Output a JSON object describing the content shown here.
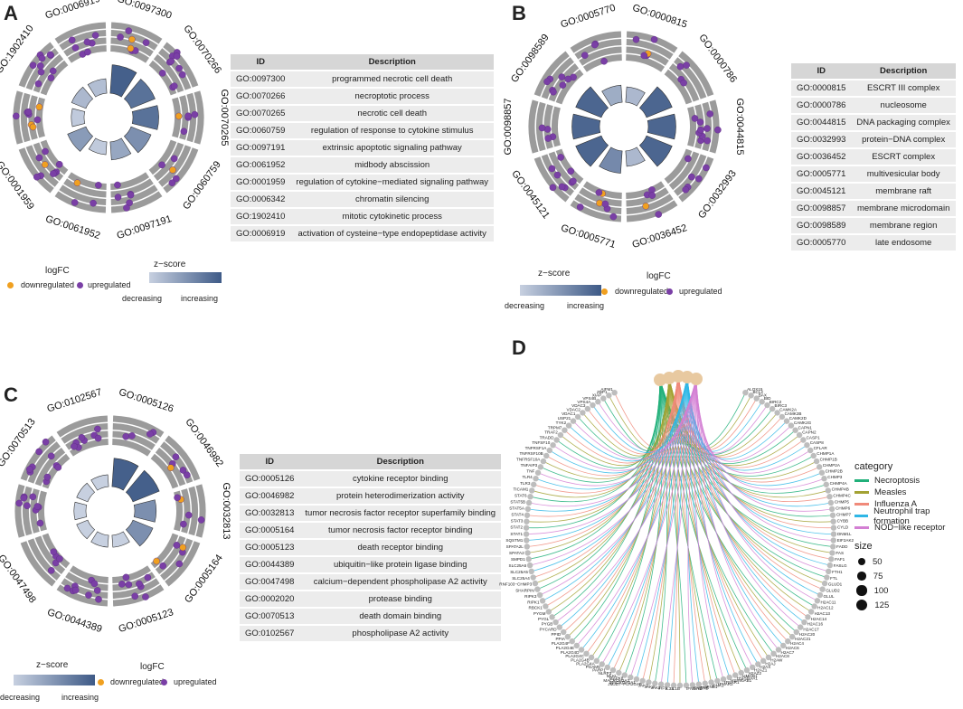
{
  "panels": {
    "a": {
      "letter": "A",
      "terms": [
        "GO:0097300",
        "GO:0070266",
        "GO:0070265",
        "GO:0060759",
        "GO:0097191",
        "GO:0061952",
        "GO:0001959",
        "GO:0006342",
        "GO:1902410",
        "GO:0006919"
      ],
      "table": [
        {
          "id": "GO:0097300",
          "desc": "programmed necrotic cell death"
        },
        {
          "id": "GO:0070266",
          "desc": "necroptotic process"
        },
        {
          "id": "GO:0070265",
          "desc": "necrotic cell death"
        },
        {
          "id": "GO:0060759",
          "desc": "regulation of response to cytokine stimulus"
        },
        {
          "id": "GO:0097191",
          "desc": "extrinsic apoptotic signaling pathway"
        },
        {
          "id": "GO:0061952",
          "desc": "midbody abscission"
        },
        {
          "id": "GO:0001959",
          "desc": "regulation of cytokine−mediated signaling pathway"
        },
        {
          "id": "GO:0006342",
          "desc": "chromatin silencing"
        },
        {
          "id": "GO:1902410",
          "desc": "mitotic cytokinetic process"
        },
        {
          "id": "GO:0006919",
          "desc": "activation of cysteine−type endopeptidase activity"
        }
      ],
      "zscore_level": [
        0.95,
        0.8,
        0.8,
        0.55,
        0.35,
        0.05,
        0.45,
        0.05,
        0.2,
        0.15
      ]
    },
    "b": {
      "letter": "B",
      "terms": [
        "GO:0000815",
        "GO:0000786",
        "GO:0044815",
        "GO:0032993",
        "GO:0036452",
        "GO:0005771",
        "GO:0045121",
        "GO:0098857",
        "GO:0098589",
        "GO:0005770"
      ],
      "table": [
        {
          "id": "GO:0000815",
          "desc": "ESCRT III complex"
        },
        {
          "id": "GO:0000786",
          "desc": "nucleosome"
        },
        {
          "id": "GO:0044815",
          "desc": "DNA packaging complex"
        },
        {
          "id": "GO:0032993",
          "desc": "protein−DNA complex"
        },
        {
          "id": "GO:0036452",
          "desc": "ESCRT complex"
        },
        {
          "id": "GO:0005771",
          "desc": "multivesicular body"
        },
        {
          "id": "GO:0045121",
          "desc": "membrane raft"
        },
        {
          "id": "GO:0098857",
          "desc": "membrane microdomain"
        },
        {
          "id": "GO:0098589",
          "desc": "membrane region"
        },
        {
          "id": "GO:0005770",
          "desc": "late endosome"
        }
      ],
      "zscore_level": [
        0.2,
        0.9,
        0.9,
        0.9,
        0.2,
        0.6,
        0.9,
        0.9,
        0.9,
        0.3
      ]
    },
    "c": {
      "letter": "C",
      "terms": [
        "GO:0005126",
        "GO:0046982",
        "GO:0032813",
        "GO:0005164",
        "GO:0005123",
        "GO:0044389",
        "GO:0047498",
        "GO:0002020",
        "GO:0070513",
        "GO:0102567"
      ],
      "table": [
        {
          "id": "GO:0005126",
          "desc": "cytokine receptor binding"
        },
        {
          "id": "GO:0046982",
          "desc": "protein heterodimerization activity"
        },
        {
          "id": "GO:0032813",
          "desc": "tumor necrosis factor receptor superfamily binding"
        },
        {
          "id": "GO:0005164",
          "desc": "tumor necrosis factor receptor binding"
        },
        {
          "id": "GO:0005123",
          "desc": "death receptor binding"
        },
        {
          "id": "GO:0044389",
          "desc": "ubiquitin−like protein ligase binding"
        },
        {
          "id": "GO:0047498",
          "desc": "calcium−dependent phospholipase A2 activity"
        },
        {
          "id": "GO:0002020",
          "desc": "protease binding"
        },
        {
          "id": "GO:0070513",
          "desc": "death domain binding"
        },
        {
          "id": "GO:0102567",
          "desc": "phospholipase A2 activity"
        }
      ],
      "zscore_level": [
        0.95,
        0.95,
        0.55,
        0.55,
        0.0,
        0.0,
        0.0,
        0.0,
        0.0,
        0.0
      ]
    },
    "d": {
      "letter": "D",
      "category_title": "category",
      "categories": [
        {
          "name": "Necroptosis",
          "color": "#21b07a"
        },
        {
          "name": "Measles",
          "color": "#a3a234"
        },
        {
          "name": "Influenza A",
          "color": "#f08a7a"
        },
        {
          "name": "Neutrophil  trap formation",
          "color": "#2fb7e6"
        },
        {
          "name": "NOD−like receptor",
          "color": "#d37fd3"
        }
      ],
      "size_title": "size",
      "sizes": [
        "50",
        "75",
        "100",
        "125"
      ],
      "genes": [
        "ALOX15",
        "BCL2",
        "BAX",
        "BID",
        "BIRC2",
        "BIRC3",
        "CAMK2A",
        "CAMK2B",
        "CAMK2D",
        "CAMK2G",
        "CAPN1",
        "CAPN2",
        "CASP1",
        "CASP8",
        "CFLAR",
        "CHMP1A",
        "CHMP1B",
        "CHMP2A",
        "CHMP2B",
        "CHMP3",
        "CHMP4A",
        "CHMP4B",
        "CHMP4C",
        "CHMP5",
        "CHMP6",
        "CHMP7",
        "CYBB",
        "CYLD",
        "DNM1L",
        "EIF2AK2",
        "FADD",
        "FAS",
        "FAF1",
        "FASLG",
        "FTH1",
        "FTL",
        "GLUD1",
        "GLUD2",
        "GLUL",
        "H2AC11",
        "H2AC12",
        "H2AC13",
        "H2AC14",
        "H2AC16",
        "H2AC17",
        "H2AC20",
        "H2AC21",
        "H2AC4",
        "H2AC6",
        "H2AC7",
        "H2AC8",
        "H2AW",
        "H2AJ",
        "H2AX",
        "H2AZ1",
        "H2AZ2",
        "HMGB1",
        "HSP90AA1",
        "HSP90AB1",
        "IFNAR1",
        "IFNAR2",
        "IFNA1",
        "IFNB1",
        "IFNG",
        "IFNGR1",
        "IFNGR2",
        "IL1B",
        "IL33",
        "IRF9",
        "JAK1",
        "JAK2",
        "JAK3",
        "JMJD7−PLA2G4B",
        "MACROH2A1",
        "MACROH2A2",
        "MAPK8",
        "MLKL",
        "NLRP3",
        "PARP1",
        "PGAM5",
        "PLA2G4A",
        "PLA2G4B",
        "PLA2G4C",
        "PLA2G4D",
        "PLA2G4E",
        "PLA2G4F",
        "PPIA",
        "PPID",
        "PYCARD",
        "PYGB",
        "PYGL",
        "PYGM",
        "RBCK1",
        "RIPK1",
        "RIPK3",
        "SHARPIN",
        "RNF103−CHMP3",
        "SLC25A4",
        "SLC25A5",
        "SLC25A6",
        "SMPD1",
        "SPATA2",
        "SPATA2L",
        "SQSTM1",
        "STAT1",
        "STAT2",
        "STAT3",
        "STAT4",
        "STAT5A",
        "STAT5B",
        "STAT6",
        "TICAM1",
        "TLR3",
        "TLR4",
        "TNF",
        "TNFAIP3",
        "TNFRSF10A",
        "TNFRSF10B",
        "TNFRSF1A",
        "TNFSF10",
        "TRADD",
        "TRAF2",
        "TRPM7",
        "TYK2",
        "USP21",
        "VDAC1",
        "VDAC2",
        "VDAC3",
        "VPS4A",
        "VPS4B",
        "XIAP",
        "ZBP1",
        "AIFM1"
      ]
    }
  },
  "table_headers": {
    "id": "ID",
    "desc": "Description"
  },
  "legend": {
    "logfc_title": "logFC",
    "down_label": "downregulated",
    "up_label": "upregulated",
    "zscore_title": "z−score",
    "decreasing": "decreasing",
    "increasing": "increasing",
    "down_color": "#f0a020",
    "up_color": "#7a3fa6"
  }
}
